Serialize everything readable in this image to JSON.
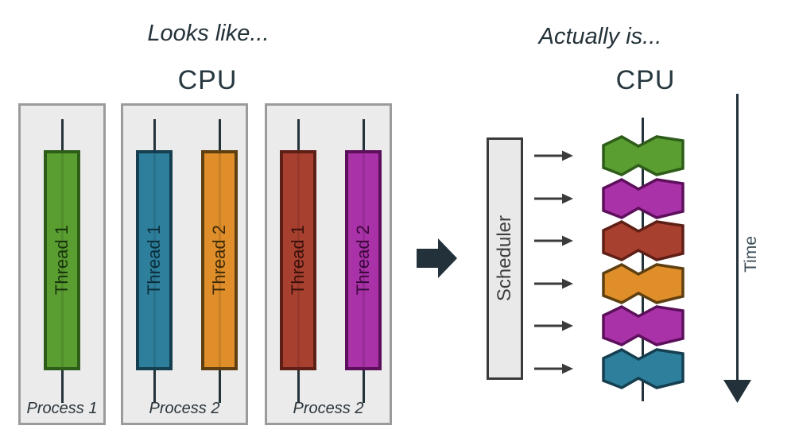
{
  "left": {
    "title": "Looks like...",
    "cpu_label": "CPU",
    "processes": [
      {
        "label": "Process 1",
        "threads": [
          {
            "label": "Thread 1",
            "color": "green"
          }
        ]
      },
      {
        "label": "Process 2",
        "threads": [
          {
            "label": "Thread 1",
            "color": "blue"
          },
          {
            "label": "Thread 2",
            "color": "orange"
          }
        ]
      },
      {
        "label": "Process 2",
        "threads": [
          {
            "label": "Thread 1",
            "color": "red"
          },
          {
            "label": "Thread 2",
            "color": "magenta"
          }
        ]
      }
    ]
  },
  "right": {
    "title": "Actually is...",
    "cpu_label": "CPU",
    "scheduler_label": "Scheduler",
    "time_label": "Time",
    "slices": [
      "green",
      "magenta",
      "red",
      "orange",
      "magenta",
      "blue"
    ]
  },
  "palette": {
    "green": {
      "fill": "#5a9e32",
      "stroke": "#2e5c19",
      "text": "#17330b"
    },
    "blue": {
      "fill": "#2e7f9b",
      "stroke": "#153f50",
      "text": "#0b2e3c"
    },
    "orange": {
      "fill": "#df8e2a",
      "stroke": "#5e3f10",
      "text": "#402b07"
    },
    "red": {
      "fill": "#a84030",
      "stroke": "#5e1f16",
      "text": "#38100a"
    },
    "magenta": {
      "fill": "#aa32a8",
      "stroke": "#5c0f5b",
      "text": "#3a083a"
    }
  },
  "ink": "#243239",
  "arrow_color": "#3b3b3b"
}
